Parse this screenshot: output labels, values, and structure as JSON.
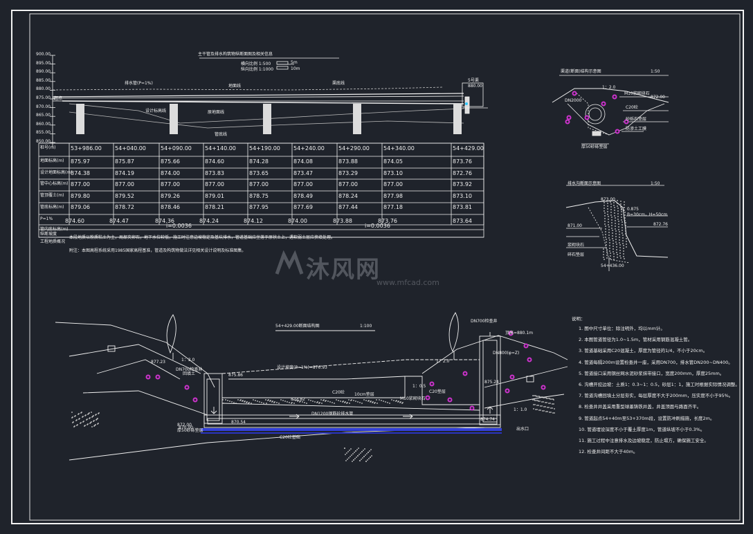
{
  "colors": {
    "background": "#1f232b",
    "line": "#f2f2f2",
    "accent": "#cc33cc",
    "blue": "#3340d9"
  },
  "profile": {
    "title": "主干管及排水构筑物纵断面图及相关信息",
    "scale_h": "横向比例 1:500",
    "scale_v": "纵向比例 1:1000",
    "scale_bar_1": "5m",
    "scale_bar_2": "10m",
    "elevations": [
      "900.00",
      "895.00",
      "890.00",
      "885.00",
      "880.00",
      "875.00",
      "870.00",
      "865.00",
      "860.00",
      "855.00",
      "850.00"
    ],
    "start_label": "起点",
    "end_value": "880.00",
    "end_label": "5号渠",
    "labels": [
      "排水管(P=1%)",
      "地面线",
      "渠底线",
      "设计标高线",
      "原地面线",
      "管底线"
    ]
  },
  "table": {
    "row_headers": [
      "桩号(m)",
      "地面标高(m)",
      "设计地面标高(m)",
      "管中心标高(m)",
      "管顶覆土(m)",
      "管底标高(m)",
      "P=1%",
      "管内底标高(m)",
      "纵断坡度",
      "工程地质概况"
    ],
    "columns": [
      {
        "station": "53+986.00",
        "v1": "875.97",
        "v2": "874.38",
        "v3": "877.00",
        "v4": "879.80",
        "v5": "879.06",
        "v6": "874.60"
      },
      {
        "station": "54+040.00",
        "v1": "875.87",
        "v2": "874.19",
        "v3": "877.00",
        "v4": "879.52",
        "v5": "878.72",
        "v6": "874.47"
      },
      {
        "station": "54+090.00",
        "v1": "875.66",
        "v2": "874.00",
        "v3": "877.00",
        "v4": "879.26",
        "v5": "878.46",
        "v6": "874.36"
      },
      {
        "station": "54+140.00",
        "v1": "874.60",
        "v2": "873.83",
        "v3": "877.00",
        "v4": "879.01",
        "v5": "878.21",
        "v6": "874.24"
      },
      {
        "station": "54+190.00",
        "v1": "874.28",
        "v2": "873.65",
        "v3": "877.00",
        "v4": "878.75",
        "v5": "877.95",
        "v6": "874.12"
      },
      {
        "station": "54+240.00",
        "v1": "874.08",
        "v2": "873.47",
        "v3": "877.00",
        "v4": "878.49",
        "v5": "877.69",
        "v6": "874.00"
      },
      {
        "station": "54+290.00",
        "v1": "873.88",
        "v2": "873.29",
        "v3": "877.00",
        "v4": "878.24",
        "v5": "877.44",
        "v6": "873.88"
      },
      {
        "station": "54+340.00",
        "v1": "874.05",
        "v2": "873.10",
        "v3": "877.00",
        "v4": "877.98",
        "v5": "877.18",
        "v6": "873.76"
      }
    ],
    "last_col": {
      "station": "54+429.00",
      "v1": "873.76",
      "v2": "872.76",
      "v3": "873.92",
      "v4": "873.10",
      "v5": "873.81",
      "v6": "873.64"
    },
    "gradient_left": "i=0.0036",
    "gradient_right": "i=0.0036",
    "geology": "本段地质以粉质粘土为主，局部夹卵石，地下水位较低，施工时注意边坡稳定及基坑排水，管道基础应坐落于原状土上，遇软弱土层应换填处理。",
    "note": "附注：本图高程系统采用1985国家高程基准，管道及构筑物做法详见相关设计说明及标准图集。"
  },
  "section_a": {
    "title": "渠道(断面)结构示意图",
    "scale": "1:50",
    "slope": "1：2.0",
    "pipe": "DN2000",
    "level": "872.00",
    "label1": "M10浆砌块石",
    "label2": "C20砼",
    "label3": "砂砾石垫层",
    "label4": "防渗土工膜",
    "bottom_label": "厚50砂砾垫层"
  },
  "section_b": {
    "title": "排水沟断面示意图",
    "scale": "1:50",
    "slope": "1：0.875",
    "dim": "B=30cm，H=50cm",
    "level1": "873.00",
    "level2": "872.76",
    "level3": "871.00",
    "station": "54+436.00",
    "label1": "浆砌块石",
    "label2": "碎石垫层"
  },
  "main_section": {
    "title": "54+429.00断面结构图",
    "scale": "1:100",
    "manhole_left": "DN700检查井",
    "manhole_right": "DN700检查井",
    "pipe_label": "DN1200钢筋砼排水管",
    "slope_line": "设计坡度(P=1%)=876.93",
    "slope_left": "1：2.0",
    "slope_right": "1：2.0",
    "slope_right2": "1：1.0",
    "slope_mid": "1：0.5",
    "levels": [
      "877.23",
      "875.86",
      "873.82",
      "872.00",
      "870.54",
      "870.00",
      "874.74",
      "875.24"
    ],
    "labels": [
      "C20砼",
      "M10浆砌块石",
      "C20垫层",
      "10cm垫层",
      "厚50砂砾垫层",
      "C20砼基础",
      "DN800(φ=Z)",
      "顶高=880.1m",
      "出水口",
      "回填土"
    ]
  },
  "notes": {
    "title": "说明：",
    "items": [
      "1. 图中尺寸单位：除注明外，均以mm计。",
      "2. 本图管道管径为1.0~1.5m，管材采用钢筋混凝土管。",
      "3. 管道基础采用C20混凝土，厚度为管径的1/4，不小于20cm。",
      "4. 管道每隔200m设置检查井一座，采用DN700，排水管DN200~DN400。",
      "5. 管道接口采用钢丝网水泥砂浆抹带接口，宽度200mm，厚度25mm。",
      "6. 沟槽开挖边坡：土质1：0.3~1：0.5，砂层1：1，施工时根据实际情况调整。",
      "7. 管道沟槽回填土分层夯实，每层厚度不大于200mm，压实度不小于95%。",
      "8. 检查井井盖采用重型球墨铸铁井盖，井盖顶面与路面齐平。",
      "9. 管道起点54+40m至53+370m段，设置防冲刷措施，长度2m。",
      "10. 管道埋设深度不小于覆土厚度1m，管道纵坡不小于0.3%。",
      "11. 施工过程中注意排水及边坡稳定，防止塌方，确保施工安全。",
      "12. 检查井间距不大于40m。"
    ]
  },
  "watermark": {
    "text": "沐风网",
    "url": "www.mfcad.com"
  }
}
